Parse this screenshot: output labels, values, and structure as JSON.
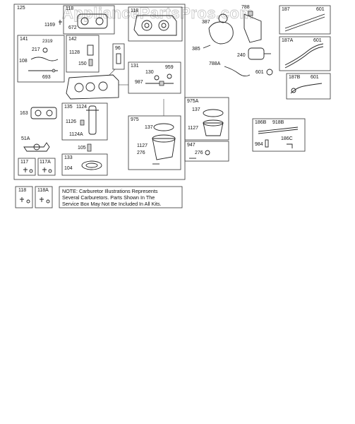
{
  "watermark": "AppliancePartsPros.com",
  "group_labels": {
    "main": "125",
    "kit_118": "118",
    "kit_141": "141",
    "kit_142": "142",
    "kit_96": "96",
    "kit_131": "131",
    "kit_135": "135",
    "kit_975": "975",
    "kit_975A": "975A",
    "kit_947": "947",
    "kit_117": "117",
    "kit_117A": "117A",
    "kit_133": "133",
    "kit_187": "187",
    "kit_187A": "187A",
    "kit_187B": "187B",
    "kit_186B": "186B",
    "kit_118_bottom": "118",
    "kit_118A_bottom": "118A"
  },
  "part_labels": {
    "p1169": "1169",
    "p672": "672",
    "p2319": "2319",
    "p217": "217",
    "p108": "108",
    "p693": "693",
    "p1128a": "1128",
    "p150": "150",
    "p130": "130",
    "p959": "959",
    "p987": "987",
    "p163": "163",
    "p1124": "1124",
    "p1126": "1126",
    "p1124A": "1124A",
    "p51A": "51A",
    "p105": "105",
    "p104": "104",
    "p137a": "137",
    "p1127a": "1127",
    "p276a": "276",
    "p137b": "137",
    "p1127b": "1127",
    "p276b": "276",
    "p387": "387",
    "p788": "788",
    "p385": "385",
    "p240": "240",
    "p788A": "788A",
    "p601a": "601",
    "p601b": "601",
    "p601c": "601",
    "p601d": "601",
    "p918B": "918B",
    "p984": "984",
    "p186C": "186C"
  },
  "note": {
    "line1": "NOTE:  Carburetor  Illustrations  Represents",
    "line2": "Several  Carburetors.  Parts  Shown  In  The",
    "line3": "Service Box May Not Be Included In All Kits."
  }
}
